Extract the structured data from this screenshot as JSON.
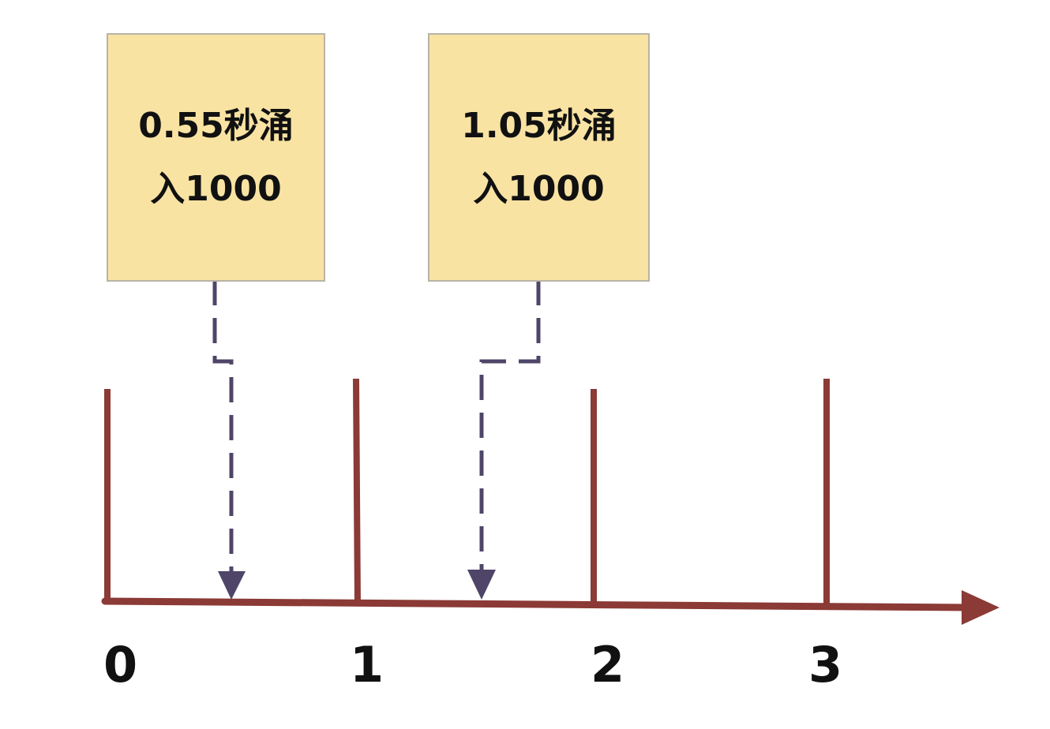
{
  "notes": [
    {
      "line1": "0.55秒涌",
      "line2": "入1000"
    },
    {
      "line1": "1.05秒涌",
      "line2": "入1000"
    }
  ],
  "axis": {
    "tick_labels": [
      "0",
      "1",
      "2",
      "3"
    ]
  },
  "colors": {
    "axis": "#8b3a36",
    "arrow": "#4f4568",
    "box_fill": "#f9e3a3",
    "box_border": "#b9b3a6"
  }
}
